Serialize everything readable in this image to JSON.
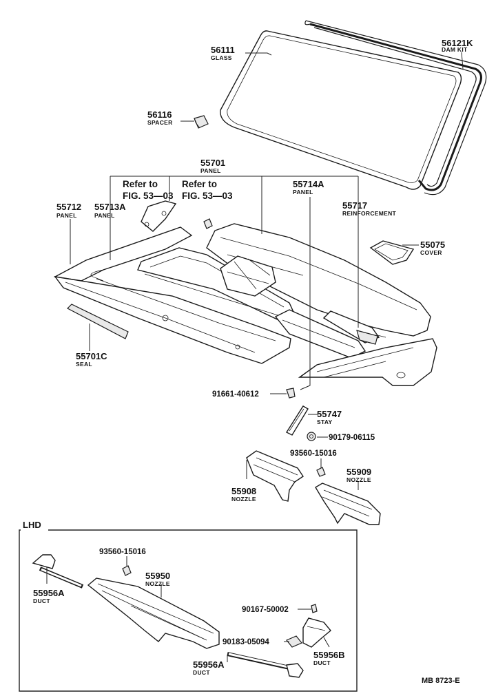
{
  "labels": {
    "l56111": {
      "num": "56111",
      "name": "GLASS"
    },
    "l56121K": {
      "num": "56121K",
      "name": "DAM KIT"
    },
    "l56116": {
      "num": "56116",
      "name": "SPACER"
    },
    "l55701": {
      "num": "55701",
      "name": "PANEL"
    },
    "l55712": {
      "num": "55712",
      "name": "PANEL"
    },
    "l55713A": {
      "num": "55713A",
      "name": "PANEL"
    },
    "l55714A": {
      "num": "55714A",
      "name": "PANEL"
    },
    "l55717": {
      "num": "55717",
      "name": "REINFORCEMENT"
    },
    "l55075": {
      "num": "55075",
      "name": "COVER"
    },
    "l55701C": {
      "num": "55701C",
      "name": "SEAL"
    },
    "l55747": {
      "num": "55747",
      "name": "STAY"
    },
    "l55908": {
      "num": "55908",
      "name": "NOZZLE"
    },
    "l55909": {
      "num": "55909",
      "name": "NOZZLE"
    },
    "l55950": {
      "num": "55950",
      "name": "NOZZLE"
    },
    "l55956A1": {
      "num": "55956A",
      "name": "DUCT"
    },
    "l55956A2": {
      "num": "55956A",
      "name": "DUCT"
    },
    "l55956B": {
      "num": "55956B",
      "name": "DUCT"
    }
  },
  "bolts": {
    "b91661": "91661-40612",
    "b90179": "90179-06115",
    "b93560a": "93560-15016",
    "b93560b": "93560-15016",
    "b90167": "90167-50002",
    "b90183": "90183-05094"
  },
  "refs": {
    "ref1": {
      "line1": "Refer to",
      "line2": "FIG. 53—03"
    },
    "ref2": {
      "line1": "Refer to",
      "line2": "FIG. 53—03"
    }
  },
  "lhd_label": "LHD",
  "figure_code": "MB 8723-E"
}
